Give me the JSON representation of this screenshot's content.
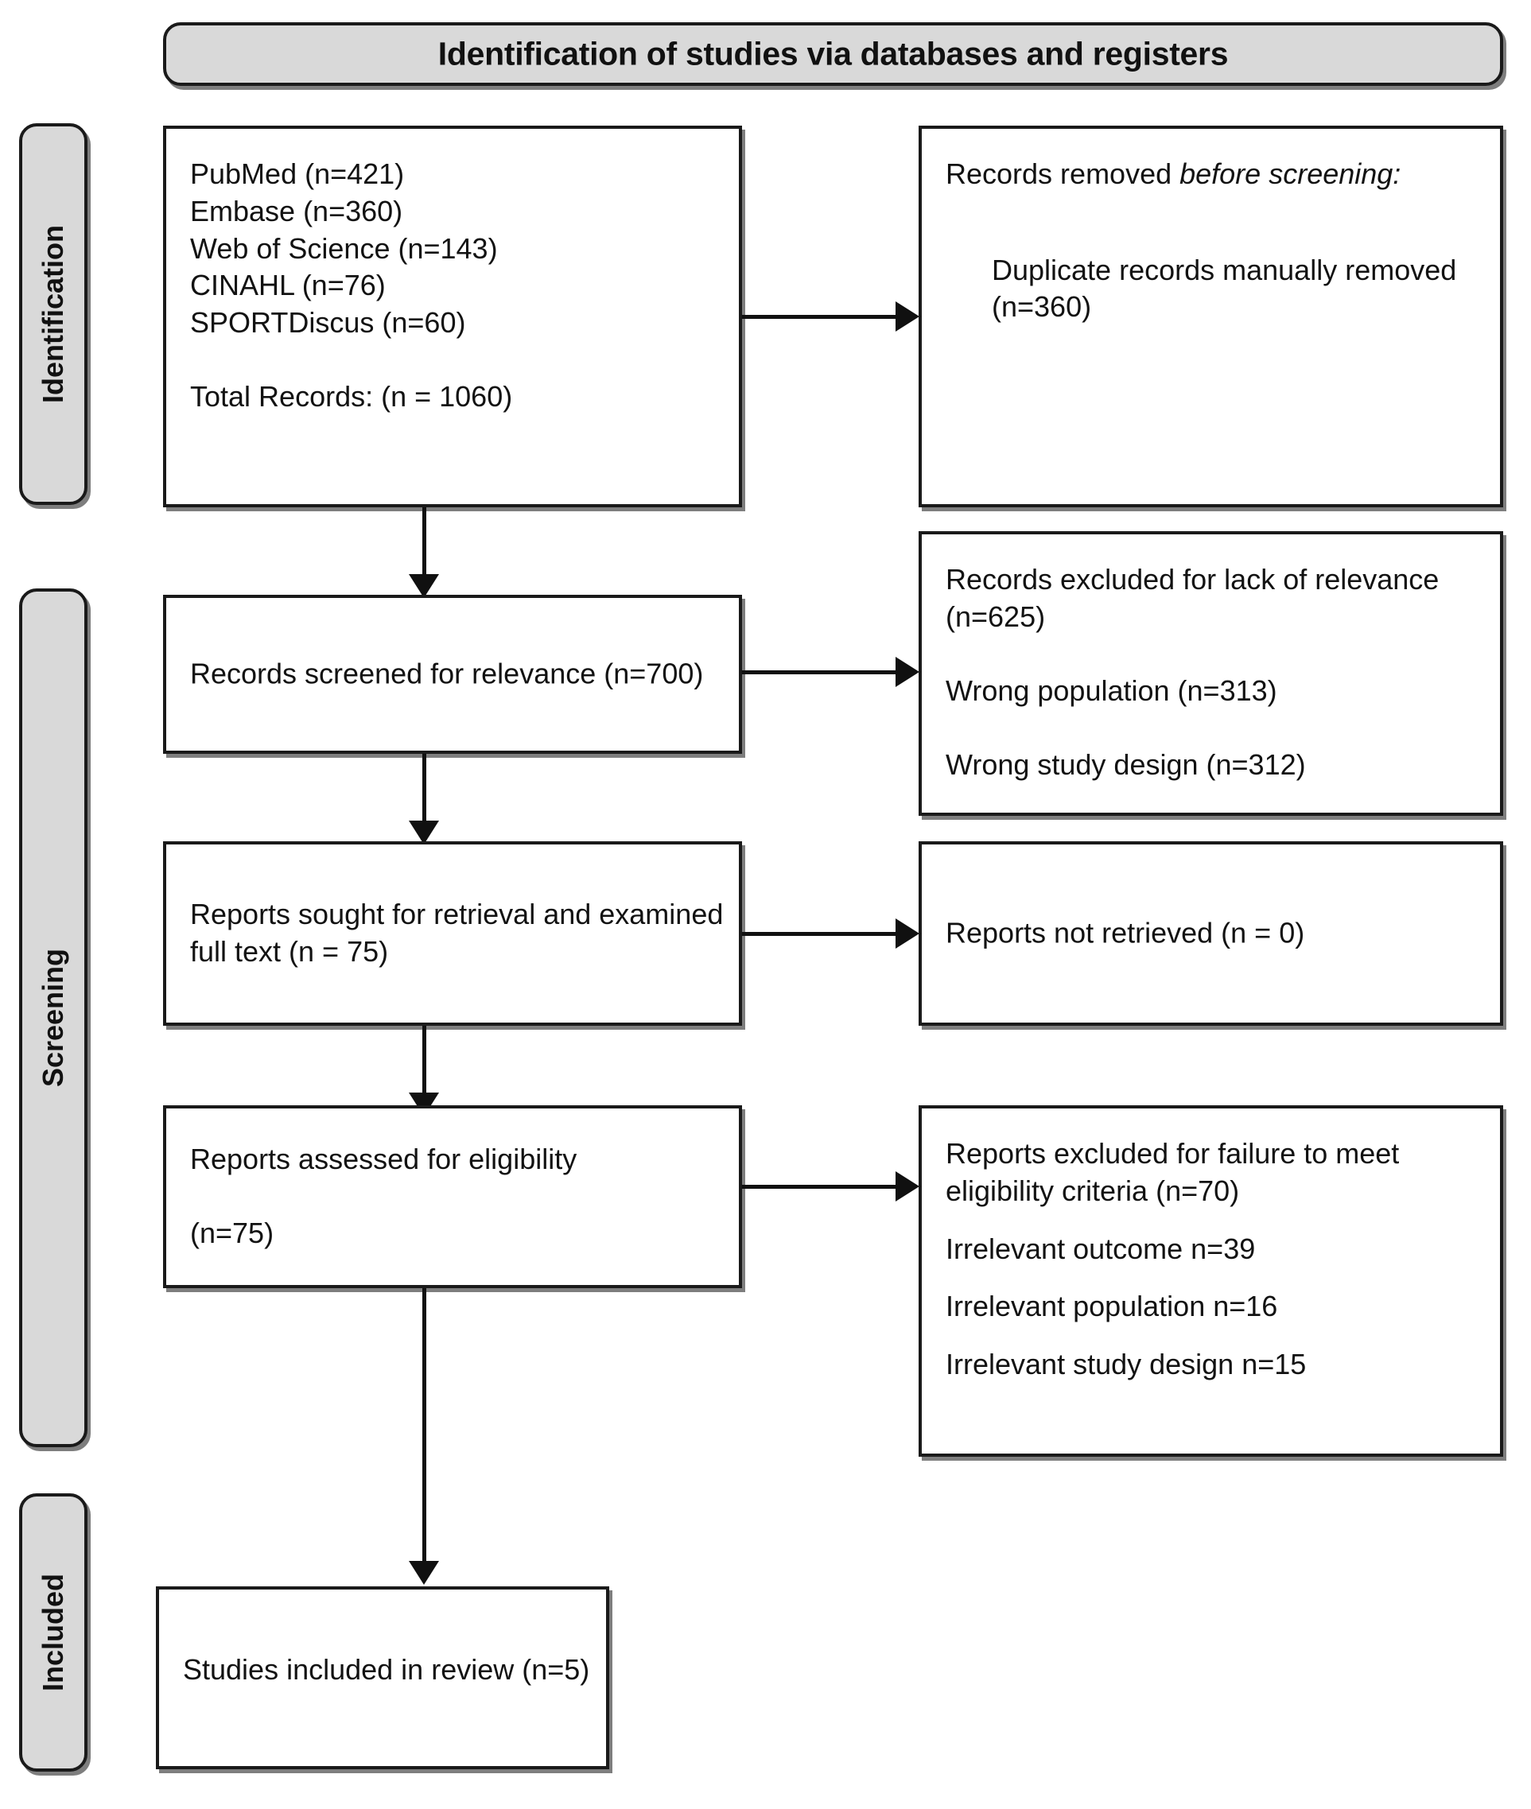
{
  "figure": {
    "type": "PRISMA flow diagram",
    "header": {
      "title": "Identification of studies via databases and registers"
    },
    "stages": [
      {
        "key": "identification",
        "label": "Identification"
      },
      {
        "key": "screening",
        "label": "Screening"
      },
      {
        "key": "included",
        "label": "Included"
      }
    ],
    "boxes": {
      "sources": {
        "lines": [
          "PubMed (n=421)",
          "Embase (n=360)",
          "Web of Science (n=143)",
          "CINAHL (n=76)",
          "SPORTDiscus (n=60)",
          "Total Records: (n = 1060)"
        ]
      },
      "removed_before_screening": {
        "heading_prefix": "Records removed ",
        "heading_italic": "before screening",
        "heading_suffix": ":",
        "detail": "Duplicate records manually removed (n=360)"
      },
      "records_screened": {
        "text": "Records screened for relevance (n=700)"
      },
      "records_excluded": {
        "lines": [
          "Records excluded for lack of relevance (n=625)",
          "Wrong population (n=313)",
          "Wrong study design (n=312)"
        ]
      },
      "reports_sought": {
        "text": "Reports sought for retrieval and examined full text (n = 75)"
      },
      "reports_not_retrieved": {
        "text": "Reports not retrieved (n = 0)"
      },
      "reports_assessed": {
        "line1": "Reports assessed for eligibility",
        "line2": "(n=75)"
      },
      "reports_excluded": {
        "lines": [
          "Reports excluded for failure to meet eligibility criteria (n=70)",
          "Irrelevant outcome n=39",
          "Irrelevant population n=16",
          "Irrelevant study design n=15"
        ]
      },
      "studies_included": {
        "text": "Studies included in review (n=5)"
      }
    },
    "chart_data": {
      "type": "table",
      "title": "Identification of studies via databases and registers",
      "counts": {
        "PubMed": 421,
        "Embase": 360,
        "Web of Science": 143,
        "CINAHL": 76,
        "SPORTDiscus": 60,
        "Total records": 1060,
        "Duplicate records manually removed": 360,
        "Records screened for relevance": 700,
        "Records excluded for lack of relevance": 625,
        "Wrong population": 313,
        "Wrong study design": 312,
        "Reports sought for retrieval and examined full text": 75,
        "Reports not retrieved": 0,
        "Reports assessed for eligibility": 75,
        "Reports excluded for failure to meet eligibility criteria": 70,
        "Irrelevant outcome": 39,
        "Irrelevant population": 16,
        "Irrelevant study design": 15,
        "Studies included in review": 5
      }
    },
    "colors": {
      "banner_fill": "#d9d9d9",
      "stroke": "#1a1a1a",
      "box_fill": "#ffffff",
      "text": "#111111"
    }
  }
}
